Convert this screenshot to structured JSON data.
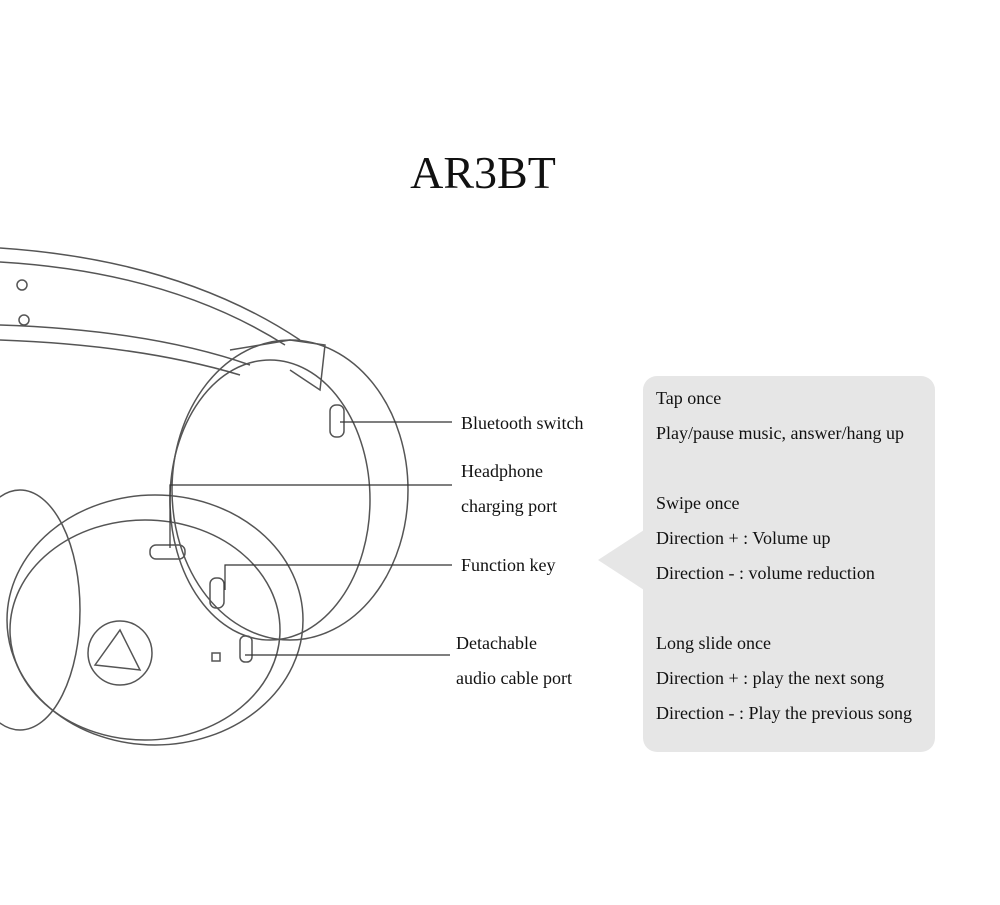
{
  "title": "AR3BT",
  "labels": {
    "bluetooth_switch": "Bluetooth switch",
    "charging_port_1": "Headphone",
    "charging_port_2": "charging port",
    "function_key": "Function key",
    "audio_port_1": "Detachable",
    "audio_port_2": "audio cable port"
  },
  "callout": {
    "tap_heading": "Tap once",
    "tap_action": "Play/pause music, answer/hang up",
    "swipe_heading": "Swipe once",
    "swipe_plus": "Direction + : Volume up",
    "swipe_minus": "Direction - : volume reduction",
    "long_heading": "Long slide once",
    "long_plus": "Direction + : play the next song",
    "long_minus": "Direction - : Play the previous song"
  },
  "colors": {
    "callout_bg": "#e6e6e6",
    "line": "#333333"
  }
}
